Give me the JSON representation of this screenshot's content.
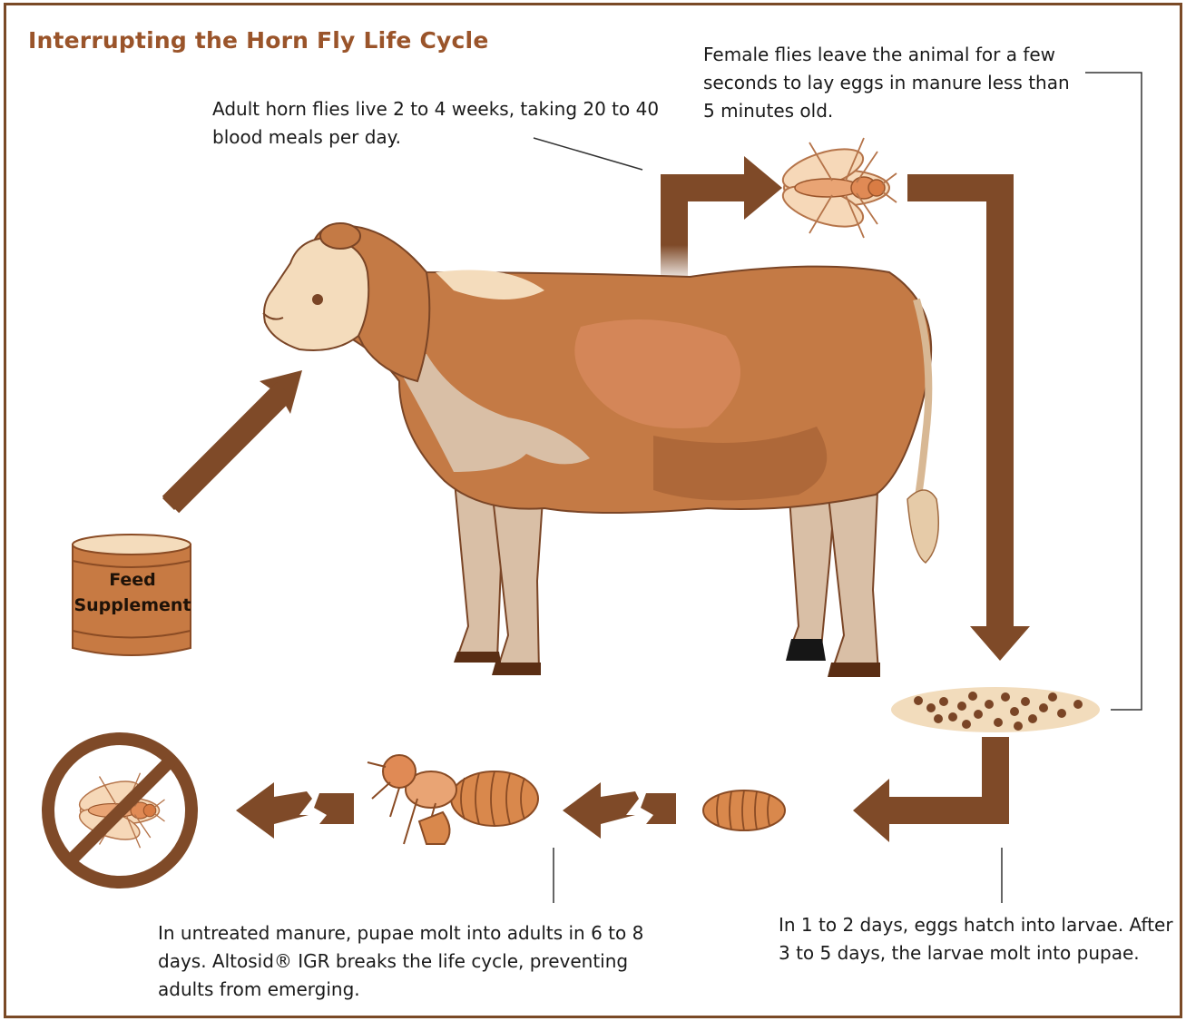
{
  "title": "Interrupting the Horn Fly Life Cycle",
  "captions": {
    "adult_lifespan": "Adult horn flies live 2 to 4 weeks, taking 20 to 40 blood meals per day.",
    "female_laying": "Female flies leave the animal for a few seconds to lay eggs in manure less than 5 minutes old.",
    "eggs_hatch": "In 1 to 2 days, eggs hatch into larvae. After 3 to 5 days, the larvae molt into pupae.",
    "pupae_molt": "In untreated manure, pupae molt into adults in 6 to 8 days. Altosid® IGR breaks the life cycle, preventing adults from emerging."
  },
  "feed_supplement": {
    "line1": "Feed",
    "line2": "Supplement"
  },
  "colors": {
    "arrow": "#7f4a28",
    "title": "#9a542a",
    "cow_body": "#c47a45",
    "cow_face": "#f4dcbc",
    "cow_legs": "#d9bfa6",
    "barrel": "#c77a43",
    "egg_patch": "#f2dcbc",
    "eggs": "#7a4526"
  },
  "icons": [
    "cow-illustration",
    "feed-barrel-icon",
    "adult-fly-icon",
    "eggs-icon",
    "larva-icon",
    "pupa-emerging-icon",
    "no-fly-icon"
  ]
}
